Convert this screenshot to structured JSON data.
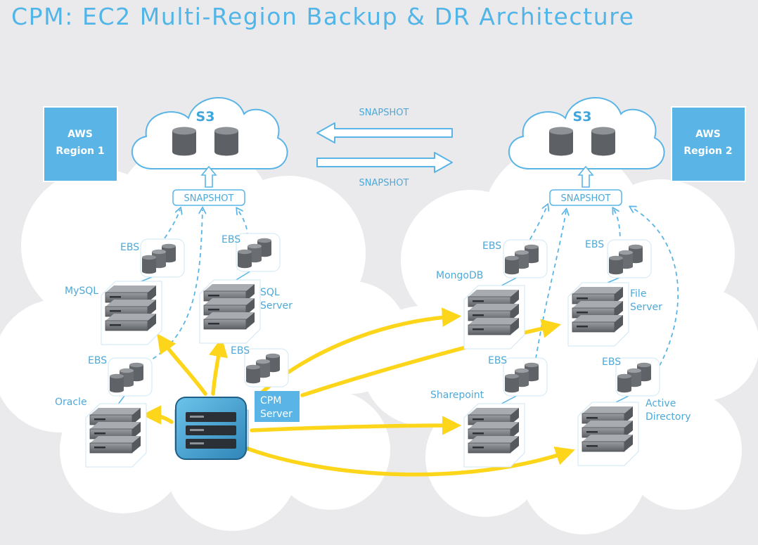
{
  "title": "CPM: EC2 Multi-Region Backup & DR Architecture",
  "regions": [
    {
      "line1": "AWS",
      "line2": "Region 1"
    },
    {
      "line1": "AWS",
      "line2": "Region 2"
    }
  ],
  "s3_label": "S3",
  "snapshot_label": "SNAPSHOT",
  "ebs_label": "EBS",
  "cpm": {
    "line1": "CPM",
    "line2": "Server"
  },
  "servers": {
    "mysql": [
      "MySQL"
    ],
    "sql_server": [
      "SQL",
      "Server"
    ],
    "oracle": [
      "Oracle"
    ],
    "mongodb": [
      "MongoDB"
    ],
    "file_server": [
      "File",
      "Server"
    ],
    "sharepoint": [
      "Sharepoint"
    ],
    "active_directory": [
      "Active",
      "Directory"
    ]
  },
  "colors": {
    "title": "#52b5e8",
    "accent_blue": "#5ab5e6",
    "arrow_yellow": "#fdd51a",
    "label_blue": "#4ea9d8",
    "cloud_fill": "#ffffff",
    "background": "#eaeaec"
  }
}
